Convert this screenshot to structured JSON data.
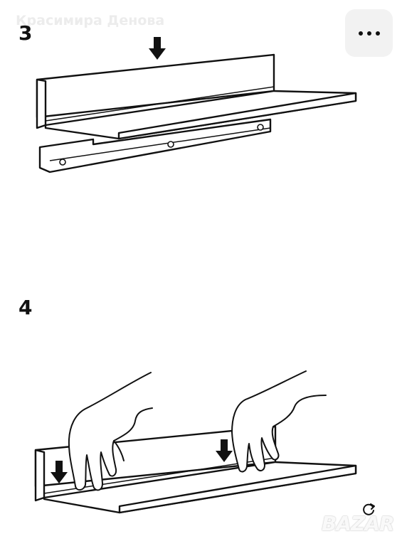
{
  "watermark": {
    "seller_name": "Красимира Денова"
  },
  "steps": [
    {
      "number": "3"
    },
    {
      "number": "4"
    }
  ],
  "toolbar": {
    "more_icon": "more-horizontal-icon",
    "refresh_icon": "refresh-icon"
  },
  "brand": {
    "logo_text": "BAZAR"
  }
}
